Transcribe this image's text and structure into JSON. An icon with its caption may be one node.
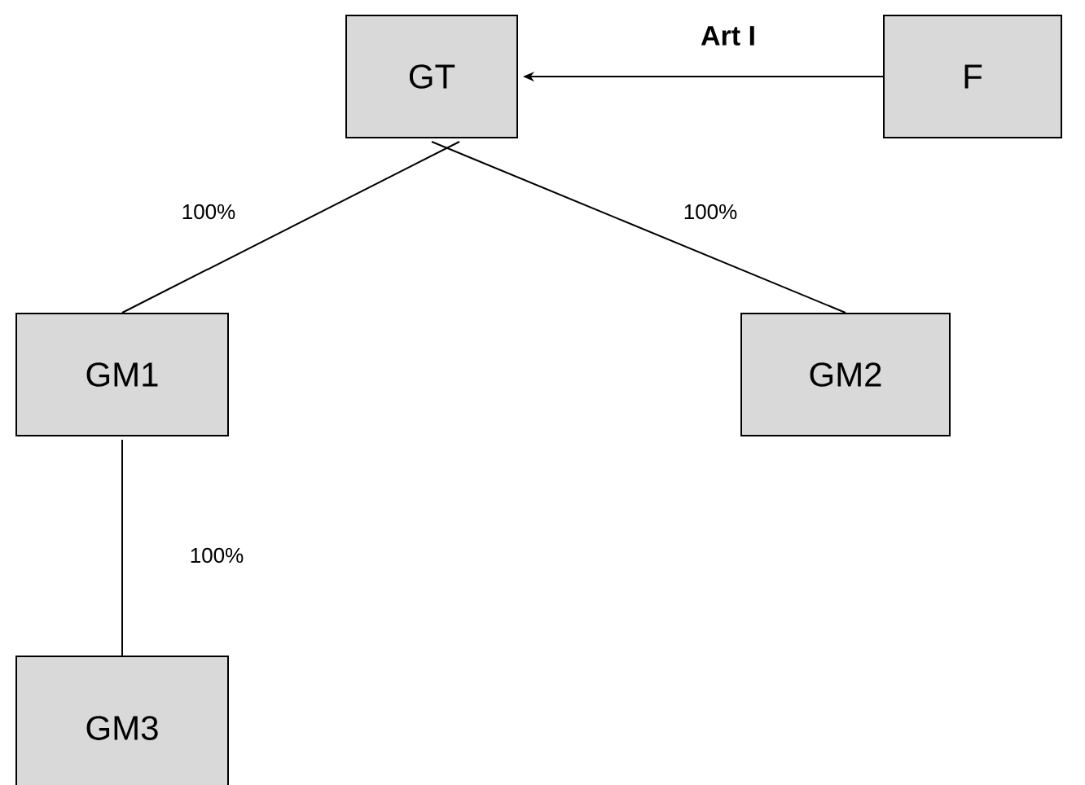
{
  "diagram": {
    "nodes": [
      {
        "text": [
          "GT"
        ]
      },
      {
        "text": [
          "F"
        ]
      },
      {
        "text": [
          "GM1"
        ]
      },
      {
        "text": [
          "GM2"
        ]
      },
      {
        "text": [
          "GM3"
        ]
      }
    ],
    "edges": [
      {
        "from": 1,
        "to": 0,
        "arrow": "to",
        "label": "Art I"
      },
      {
        "from": 0,
        "to": 2,
        "arrow": "none",
        "label": "100%"
      },
      {
        "from": 0,
        "to": 3,
        "arrow": "none",
        "label": "100%"
      },
      {
        "from": 2,
        "to": 4,
        "arrow": "none",
        "label": "100%"
      }
    ]
  }
}
